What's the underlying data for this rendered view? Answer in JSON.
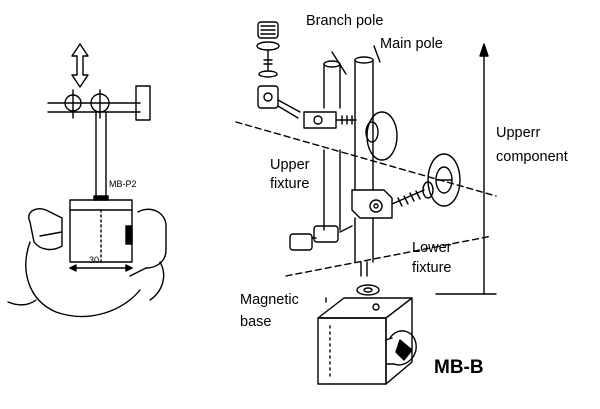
{
  "labels": {
    "branch_pole": "Branch pole",
    "main_pole": "Main pole",
    "upper_component_1": "Upperr",
    "upper_component_2": "component",
    "upper_fixture_1": "Upper",
    "upper_fixture_2": "fixture",
    "lower_fixture_1": "Lower",
    "lower_fixture_2": "fixture",
    "magnetic_base_1": "Magnetic",
    "magnetic_base_2": "base",
    "model_small": "MB-P2",
    "model_large": "MB-B",
    "dimension": "30"
  },
  "colors": {
    "ink": "#000000",
    "paper": "#ffffff"
  }
}
